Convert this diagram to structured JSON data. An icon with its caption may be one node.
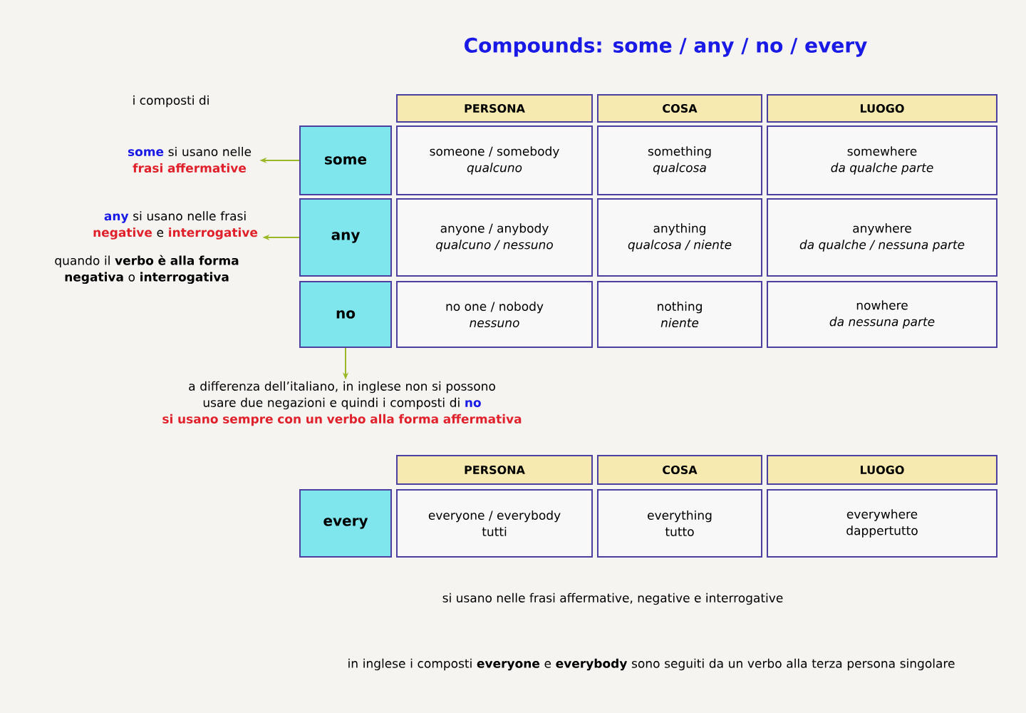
{
  "diagram": {
    "title": "Compounds: some / any / no / every",
    "nodes": [
      {
        "text": [
          "PERSONA"
        ]
      },
      {
        "text": [
          "COSA"
        ]
      },
      {
        "text": [
          "LUOGO"
        ]
      },
      {
        "text": [
          "some"
        ]
      },
      {
        "text": [
          "someone / somebody",
          "qualcuno"
        ]
      },
      {
        "text": [
          "something",
          "qualcosa"
        ]
      },
      {
        "text": [
          "somewhere",
          "da qualche parte"
        ]
      },
      {
        "text": [
          "any"
        ]
      },
      {
        "text": [
          "anyone / anybody",
          "qualcuno / nessuno"
        ]
      },
      {
        "text": [
          "anything",
          "qualcosa / niente"
        ]
      },
      {
        "text": [
          "anywhere",
          "da qualche / nessuna parte"
        ]
      },
      {
        "text": [
          "no"
        ]
      },
      {
        "text": [
          "no one / nobody",
          "nessuno"
        ]
      },
      {
        "text": [
          "nothing",
          "niente"
        ]
      },
      {
        "text": [
          "nowhere",
          "da nessuna parte"
        ]
      },
      {
        "text": [
          "PERSONA"
        ]
      },
      {
        "text": [
          "COSA"
        ]
      },
      {
        "text": [
          "LUOGO"
        ]
      },
      {
        "text": [
          "every"
        ]
      },
      {
        "text": [
          "everyone / everybody",
          "tutti"
        ]
      },
      {
        "text": [
          "everything",
          "tutto"
        ]
      },
      {
        "text": [
          "everywhere",
          "dappertutto"
        ]
      },
      {
        "text": [
          "some",
          "si usano nelle",
          "frasi affermative"
        ]
      },
      {
        "text": [
          "any",
          "si usano nelle frasi",
          "negative",
          "e",
          "interrogative"
        ]
      },
      {
        "text": [
          "a differenza dell’italiano, in inglese non si possono usare due negazioni e quindi i composti di",
          "no",
          "si usano sempre con un verbo alla forma affermativa"
        ]
      }
    ],
    "edges": [
      {
        "from": 3,
        "to": 22,
        "arrow": "to"
      },
      {
        "from": 7,
        "to": 23,
        "arrow": "to"
      },
      {
        "from": 11,
        "to": 24,
        "arrow": "to"
      }
    ],
    "labels": [
      "i composti di",
      "quando il **verbo è alla forma negativa** o **interrogativa**",
      "si usano nelle frasi affermative, negative e interrogative",
      "in inglese i composti **everyone** e **everybody** sono seguiti da un verbo alla terza persona singolare"
    ]
  }
}
